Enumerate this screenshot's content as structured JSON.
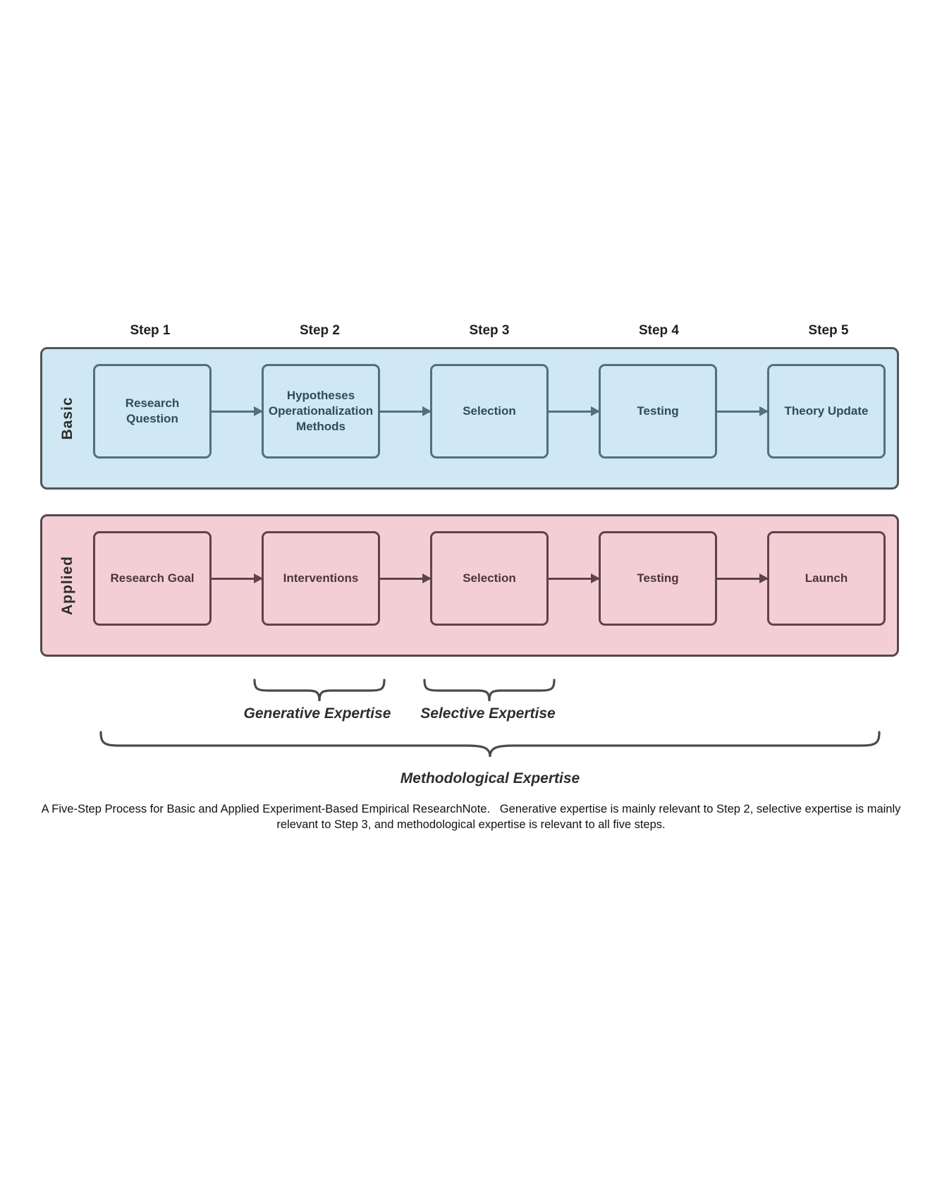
{
  "steps": [
    "Step 1",
    "Step 2",
    "Step 3",
    "Step 4",
    "Step 5"
  ],
  "rows": [
    {
      "name": "Basic",
      "boxes": [
        "Research Question",
        "Hypotheses Operationalization Methods",
        "Selection",
        "Testing",
        "Theory Update"
      ]
    },
    {
      "name": "Applied",
      "boxes": [
        "Research Goal",
        "Interventions",
        "Selection",
        "Testing",
        "Launch"
      ]
    }
  ],
  "braces": {
    "generative": "Generative Expertise",
    "selective": "Selective Expertise",
    "methodological": "Methodological Expertise"
  },
  "caption": "A Five-Step Process for Basic and Applied Experiment-Based Empirical ResearchNote.   Generative expertise is mainly relevant to Step 2, selective expertise is mainly relevant to Step 3, and methodological expertise is relevant to all five steps.",
  "colors": {
    "basic_fill": "#cfe8f3",
    "basic_box_border": "#51707f",
    "basic_text": "#2e4c59",
    "applied_fill": "#f3cfd5",
    "applied_box_border": "#5f434b",
    "applied_text": "#4d343c",
    "container_border": "#4f565c",
    "brace": "#4a4a4a"
  }
}
